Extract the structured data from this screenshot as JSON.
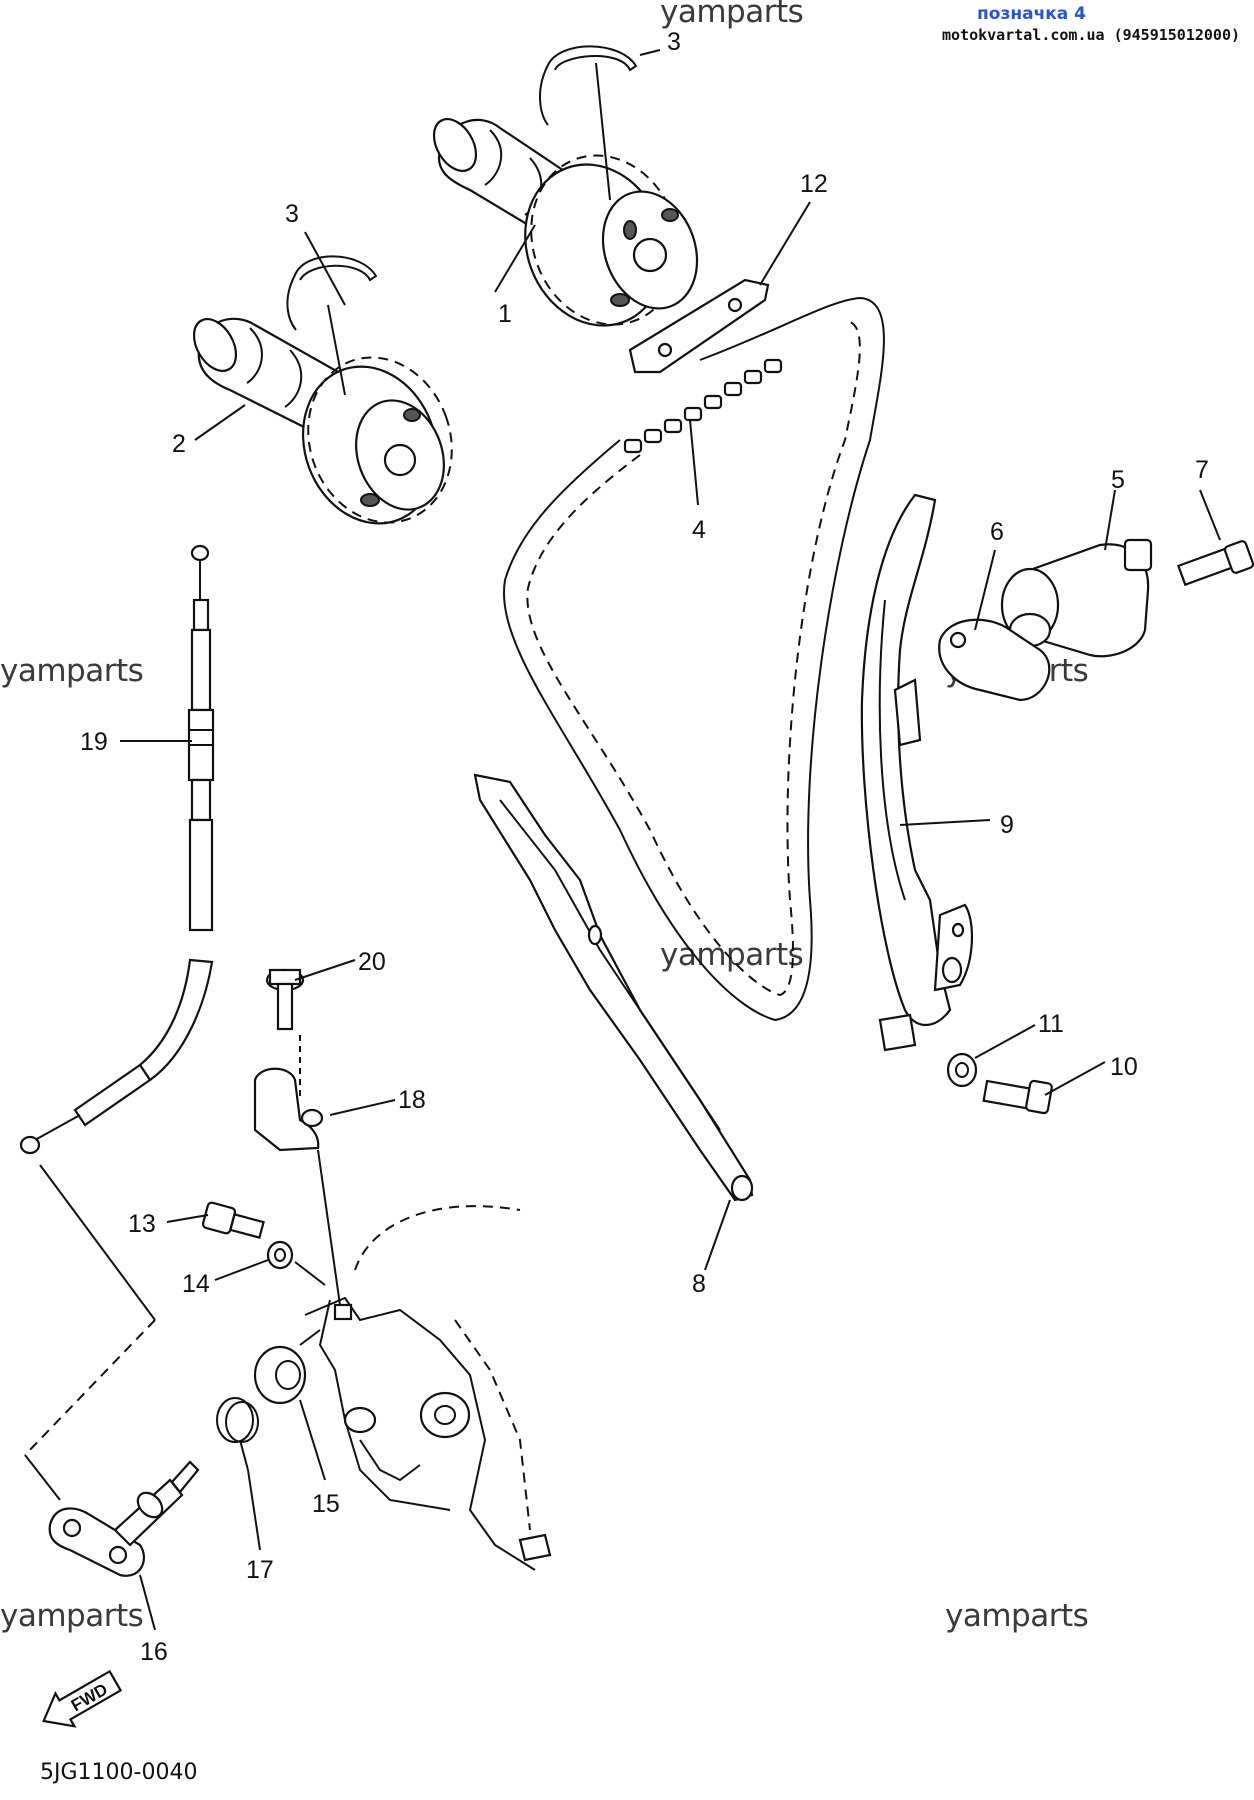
{
  "header": {
    "label": "позначка 4",
    "label_color": "#2a55c8",
    "source": "motokvartal.com.ua (945915012000)"
  },
  "watermark": "yamparts",
  "diagram_code": "5JG1100-0040",
  "fwd_label": "FWD",
  "callouts": [
    "1",
    "2",
    "3",
    "3",
    "4",
    "5",
    "6",
    "7",
    "8",
    "9",
    "10",
    "11",
    "12",
    "13",
    "14",
    "15",
    "16",
    "17",
    "18",
    "19",
    "20"
  ]
}
